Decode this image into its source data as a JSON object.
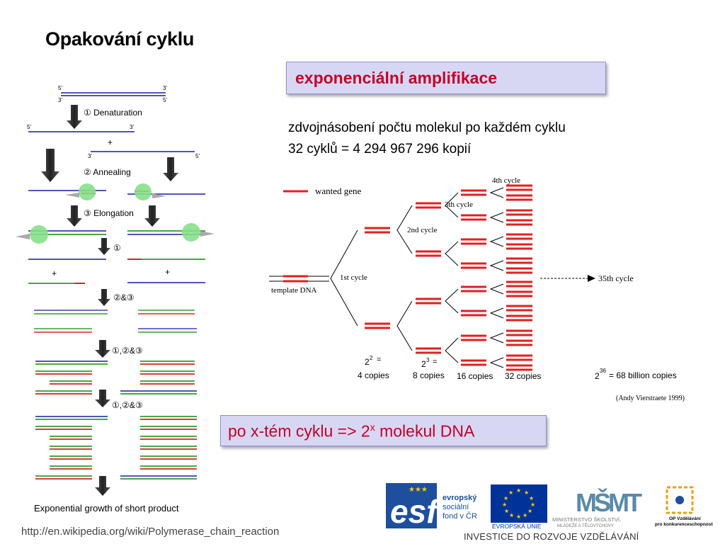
{
  "slide": {
    "title": "Opakování cyklu",
    "highlight_title": "exponenciální amplifikace",
    "line1": "zdvojnásobení počtu molekul po každém cyklu",
    "line2": "32 cyklů = 4 294 967 296 kopií",
    "formula_pre": "po x-tém cyklu => 2",
    "formula_sup": "x",
    "formula_post": " molekul DNA",
    "url": "http://en.wikipedia.org/wiki/Polymerase_chain_reaction"
  },
  "pcr_diagram": {
    "label_5": "5'",
    "label_3": "3'",
    "step_denat": "① Denaturation",
    "step_anneal": "② Annealing",
    "step_elong": "③ Elongation",
    "step_1": "①",
    "step_23": "②&③",
    "step_123": "①,②&③",
    "plus": "+",
    "caption": "Exponential growth of short product",
    "colors": {
      "template": "#1a1aa0",
      "new": "#0a8a0a",
      "primer": "#cc0000",
      "enzyme": "#86e08a"
    }
  },
  "amplification_diagram": {
    "legend": "wanted gene",
    "template_label": "template DNA",
    "cycle1": "1st cycle",
    "cycle2": "2nd cycle",
    "cycle3": "3th cycle",
    "cycle4": "4th cycle",
    "cycle35": "35th cycle",
    "copies": [
      {
        "base": "2",
        "exp": "2",
        "eq": "=",
        "label": "4 copies"
      },
      {
        "base": "2",
        "exp": "3",
        "eq": "=",
        "label": "8 copies"
      },
      {
        "base": "",
        "exp": "",
        "eq": "",
        "label": "16 copies"
      },
      {
        "base": "",
        "exp": "",
        "eq": "",
        "label": "32 copies"
      }
    ],
    "billion_base": "2",
    "billion_exp": "36",
    "billion_text": "= 68 billion copies",
    "credit": "(Andy Vierstraete 1999)",
    "colors": {
      "gene": "#e02020"
    }
  },
  "logos": {
    "esf_line1": "evropský",
    "esf_line2": "sociální",
    "esf_line3": "fond v ČR",
    "eu_label": "EVROPSKÁ UNIE",
    "msmt_line1": "MINISTERSTVO ŠKOLSTVÍ,",
    "msmt_line2": "MLÁDEŽE A TĚLOVÝCHOVY",
    "op_line1": "OP Vzdělávání",
    "op_line2": "pro konkurenceschopnost",
    "footer": "INVESTICE DO ROZVOJE VZDĚLÁVÁNÍ",
    "colors": {
      "esf_blue": "#1d4f9c",
      "eu_blue": "#003399",
      "eu_gold": "#ffcc00"
    }
  }
}
